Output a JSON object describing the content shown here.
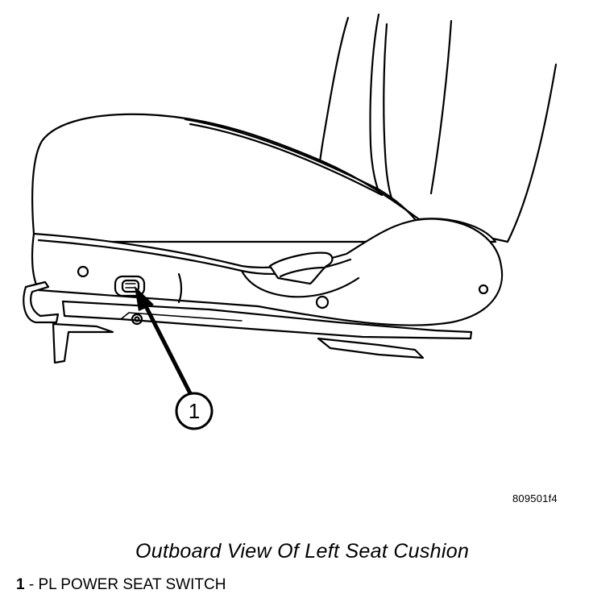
{
  "callout": {
    "number": "1"
  },
  "figure_id": "809501f4",
  "caption": "Outboard View Of Left Seat Cushion",
  "legend": [
    {
      "number": "1",
      "separator": " - ",
      "text": "PL POWER SEAT SWITCH"
    }
  ],
  "colors": {
    "ink": "#000000",
    "paper": "#ffffff"
  }
}
